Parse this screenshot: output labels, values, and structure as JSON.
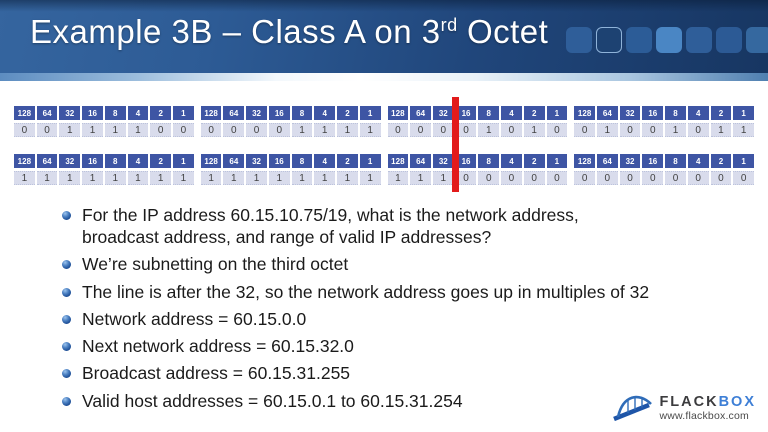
{
  "slide": {
    "title": {
      "main": "Example 3B – Class A on 3",
      "sup": "rd",
      "tail": "Octet"
    }
  },
  "header": {
    "squares": [
      {
        "variant": "filled",
        "color": "#2f5e99"
      },
      {
        "variant": "outlined",
        "color": "#1d4272"
      },
      {
        "variant": "filled",
        "color": "#2c5c97"
      },
      {
        "variant": "filled",
        "color": "#4a86c4"
      },
      {
        "variant": "filled",
        "color": "#2f5e99"
      },
      {
        "variant": "filled",
        "color": "#2c5a95"
      },
      {
        "variant": "filled",
        "color": "#35689f"
      }
    ]
  },
  "binary_tables": {
    "column_headers": [
      "128",
      "64",
      "32",
      "16",
      "8",
      "4",
      "2",
      "1"
    ],
    "rows": [
      {
        "name": "ip-address-binary",
        "octets": [
          [
            "0",
            "0",
            "1",
            "1",
            "1",
            "1",
            "0",
            "0"
          ],
          [
            "0",
            "0",
            "0",
            "0",
            "1",
            "1",
            "1",
            "1"
          ],
          [
            "0",
            "0",
            "0",
            "0",
            "1",
            "0",
            "1",
            "0"
          ],
          [
            "0",
            "1",
            "0",
            "0",
            "1",
            "0",
            "1",
            "1"
          ]
        ]
      },
      {
        "name": "subnet-mask-binary",
        "octets": [
          [
            "1",
            "1",
            "1",
            "1",
            "1",
            "1",
            "1",
            "1"
          ],
          [
            "1",
            "1",
            "1",
            "1",
            "1",
            "1",
            "1",
            "1"
          ],
          [
            "1",
            "1",
            "1",
            "0",
            "0",
            "0",
            "0",
            "0"
          ],
          [
            "0",
            "0",
            "0",
            "0",
            "0",
            "0",
            "0",
            "0"
          ]
        ]
      }
    ],
    "divider": {
      "after_octet": 3,
      "after_bit": 3,
      "color": "#e21b1b"
    }
  },
  "bullets": [
    "For the IP address 60.15.10.75/19, what is the network address, broadcast address, and range of valid IP addresses?",
    "We’re subnetting on the third octet",
    "The line is after the 32, so the network address goes up in multiples of 32",
    "Network address = 60.15.0.0",
    "Next network address = 60.15.32.0",
    "Broadcast address = 60.15.31.255",
    "Valid host addresses = 60.15.0.1 to 60.15.31.254"
  ],
  "logo": {
    "brand_first": "FLACK",
    "brand_second": "BOX",
    "url": "www.flackbox.com"
  },
  "colors": {
    "banner_dark": "#173662",
    "banner_mid": "#2d5b95",
    "table_header_cell": "#3e55a4",
    "table_value_cell": "#d9dcec",
    "divider_red": "#e21b1b",
    "logo_blue": "#3e7fd6"
  }
}
